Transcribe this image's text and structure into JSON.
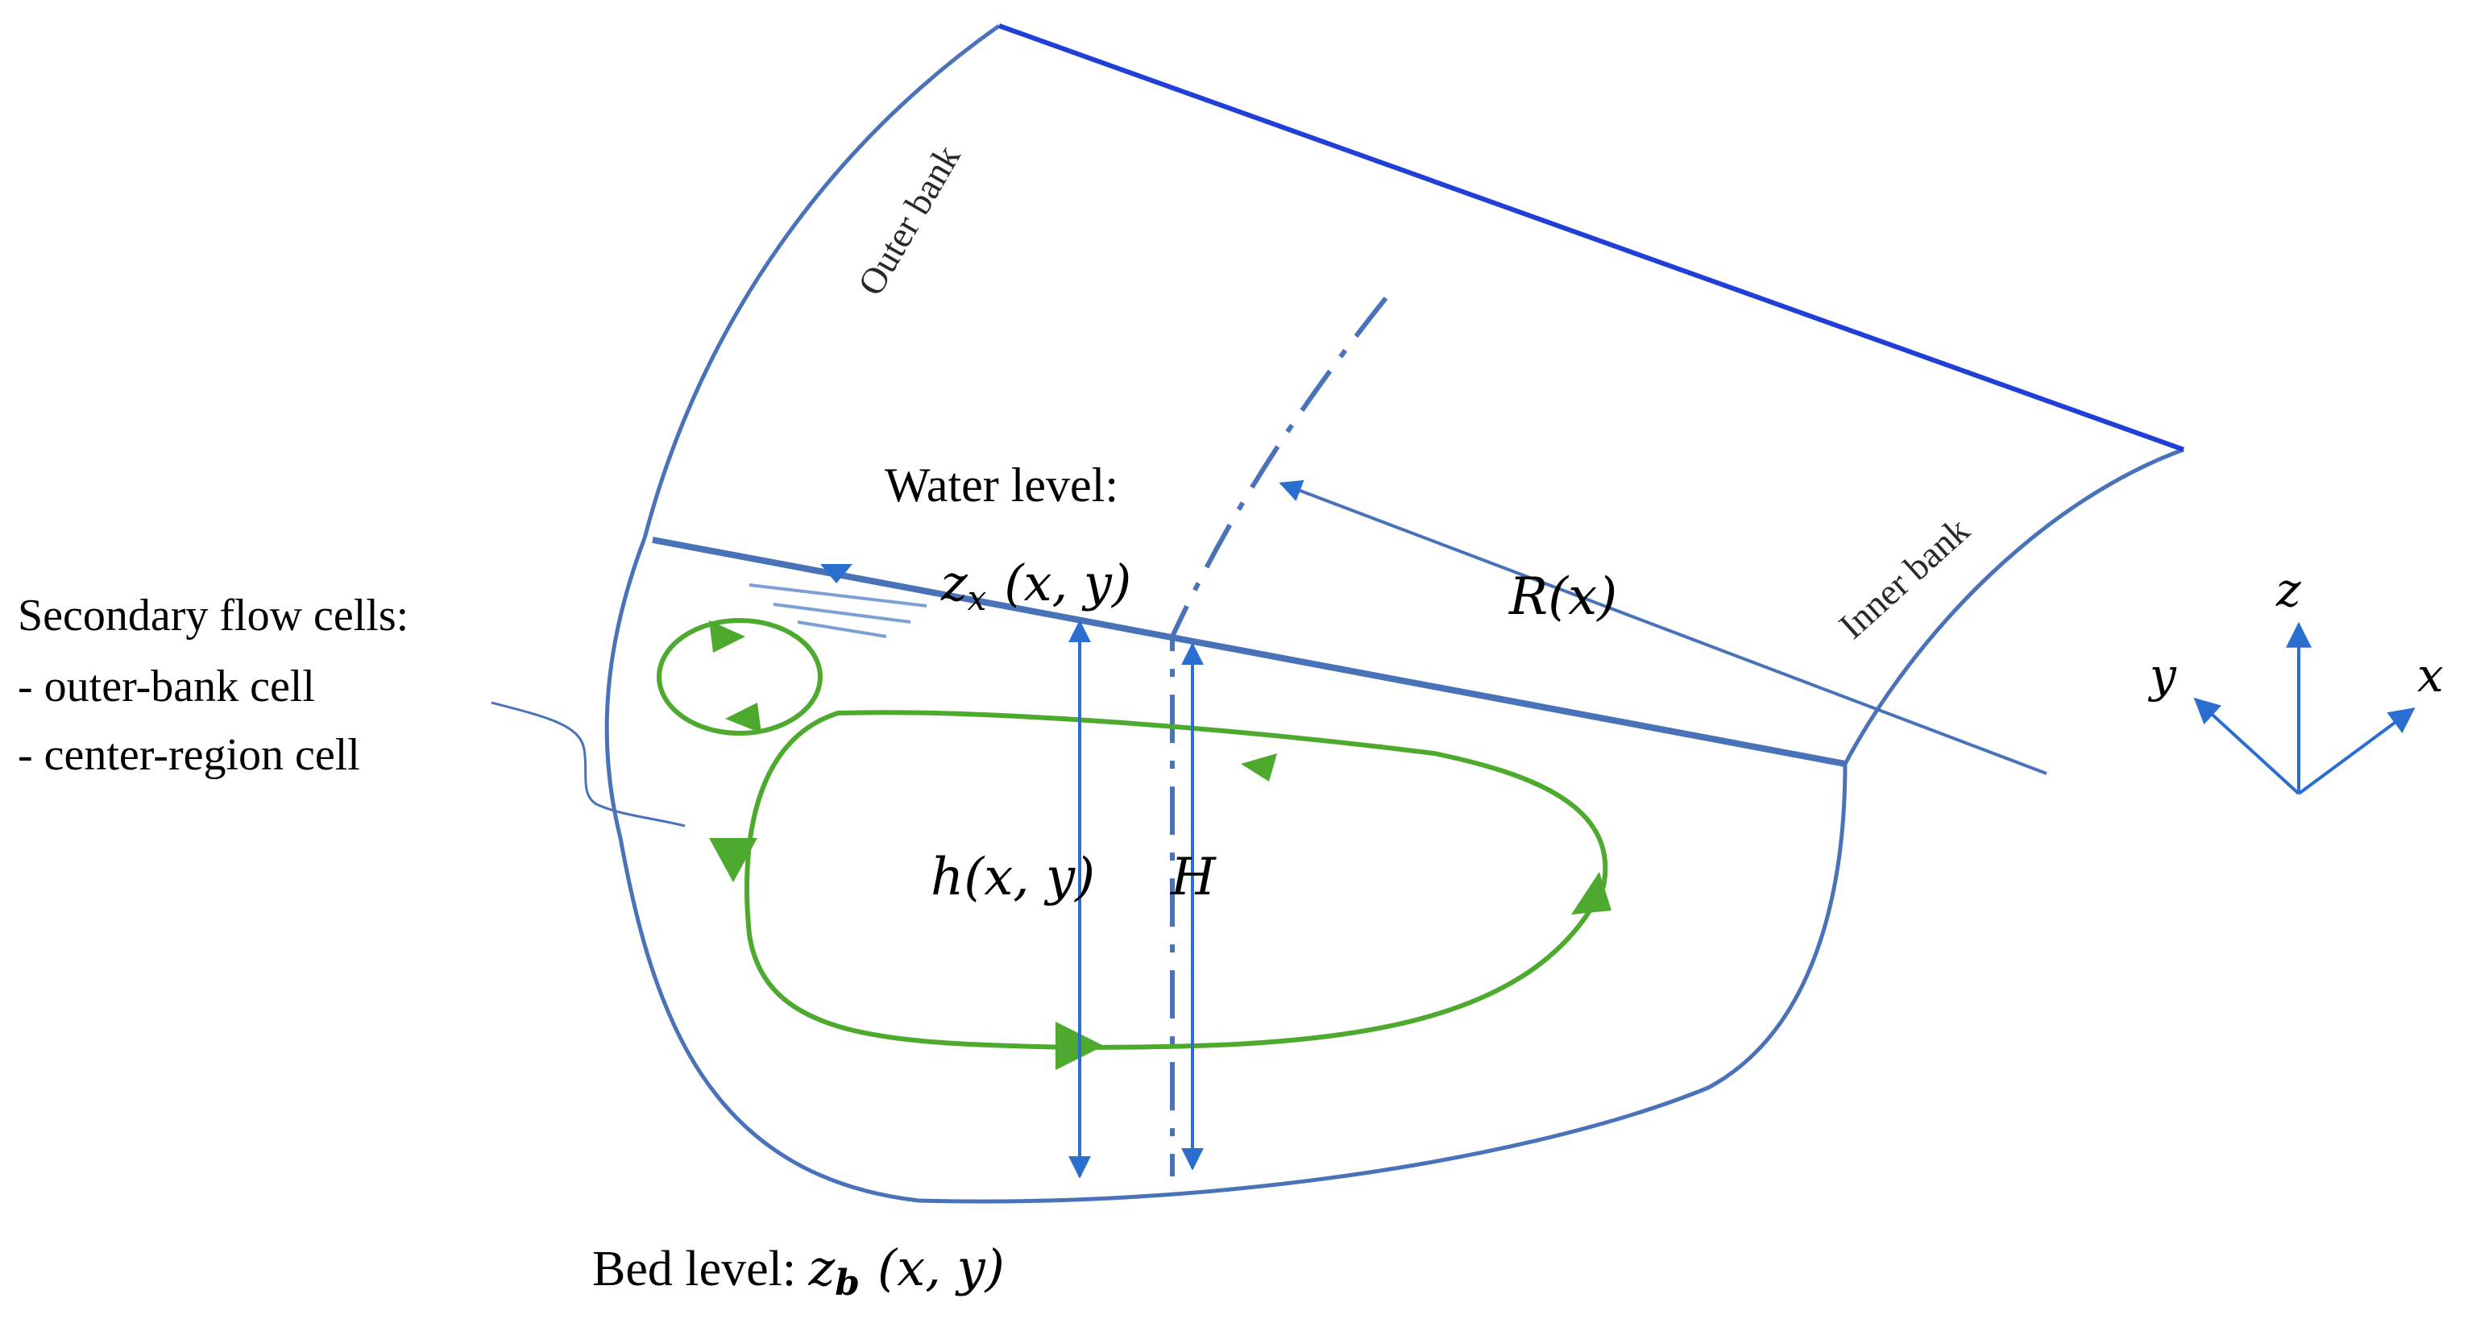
{
  "labels": {
    "outer_bank": "Outer bank",
    "inner_bank": "Inner bank",
    "water_level": "Water level:",
    "water_level_symbol": "z",
    "water_level_subscript": "x",
    "water_level_args": "(x, y)",
    "radius": "R(x)",
    "depth": "h(x, y)",
    "mean_depth": "H",
    "bed_level": "Bed level: ",
    "bed_level_symbol": "z",
    "bed_level_subscript": "b",
    "bed_level_args": "(x, y)",
    "secondary_title": "Secondary flow cells:",
    "secondary_item_1": "- outer-bank cell",
    "secondary_item_2": "- center-region cell"
  },
  "axes": {
    "z": "z",
    "y": "y",
    "x": "x"
  },
  "colors": {
    "channel": "#4a72b8",
    "top_edge": "#1f3fd6",
    "flow_cell": "#4daa2e",
    "arrow": "#2a6fd0",
    "text": "#000000"
  }
}
